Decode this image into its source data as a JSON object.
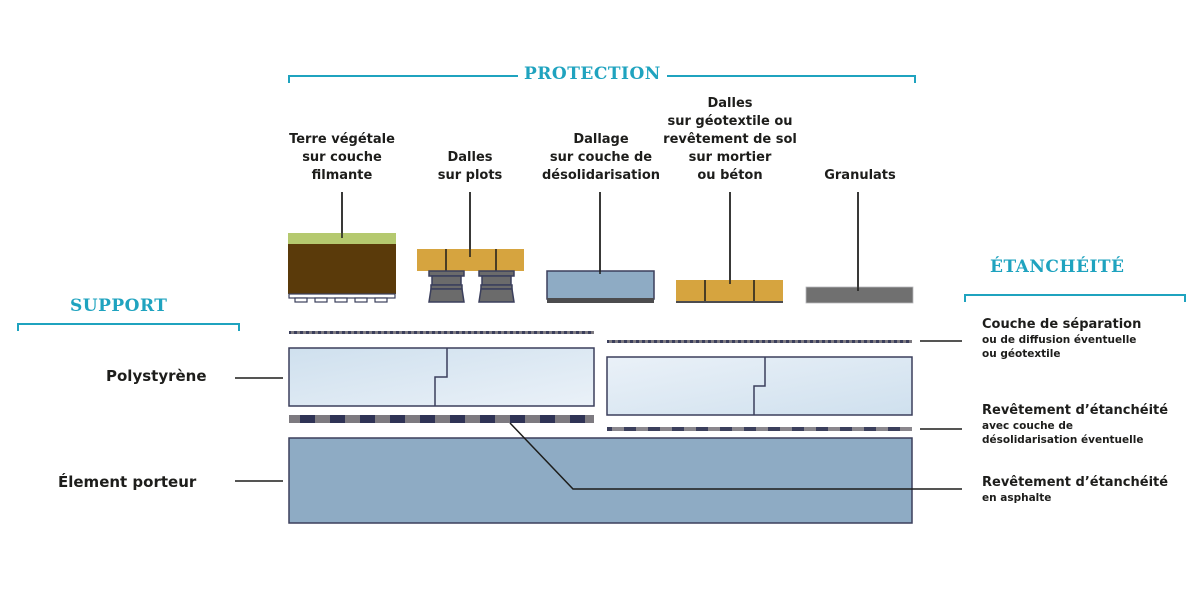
{
  "sections": {
    "protection": "PROTECTION",
    "support": "SUPPORT",
    "etancheite": "ÉTANCHÉITÉ"
  },
  "protection_options": [
    {
      "lines": [
        "Terre végétale",
        "sur couche",
        "filmante"
      ]
    },
    {
      "lines": [
        "Dalles",
        "sur plots"
      ]
    },
    {
      "lines": [
        "Dallage",
        "sur couche de",
        "désolidarisation"
      ]
    },
    {
      "lines": [
        "Dalles",
        "sur géotextile ou",
        "revêtement de sol",
        "sur mortier",
        "ou béton"
      ]
    },
    {
      "lines": [
        "Granulats"
      ]
    }
  ],
  "support_labels": {
    "polystyrene": "Polystyrène",
    "element_porteur": "Élement porteur"
  },
  "etancheite_labels": [
    {
      "main": "Couche de séparation",
      "sub": [
        "ou de diffusion éventuelle",
        "ou géotextile"
      ]
    },
    {
      "main": "Revêtement d’étanchéité",
      "sub": [
        "avec couche de",
        "désolidarisation éventuelle"
      ]
    },
    {
      "main": "Revêtement d’étanchéité",
      "sub": [
        "en asphalte"
      ]
    }
  ],
  "colors": {
    "accent": "#1fa3bf",
    "soil": "#5a3a0a",
    "grass": "#b5c96f",
    "tile": "#d6a43f",
    "slab": "#8eabc4",
    "gravel": "#707070",
    "outline": "#3b3f5c",
    "insulation": "#dbe7f2"
  }
}
